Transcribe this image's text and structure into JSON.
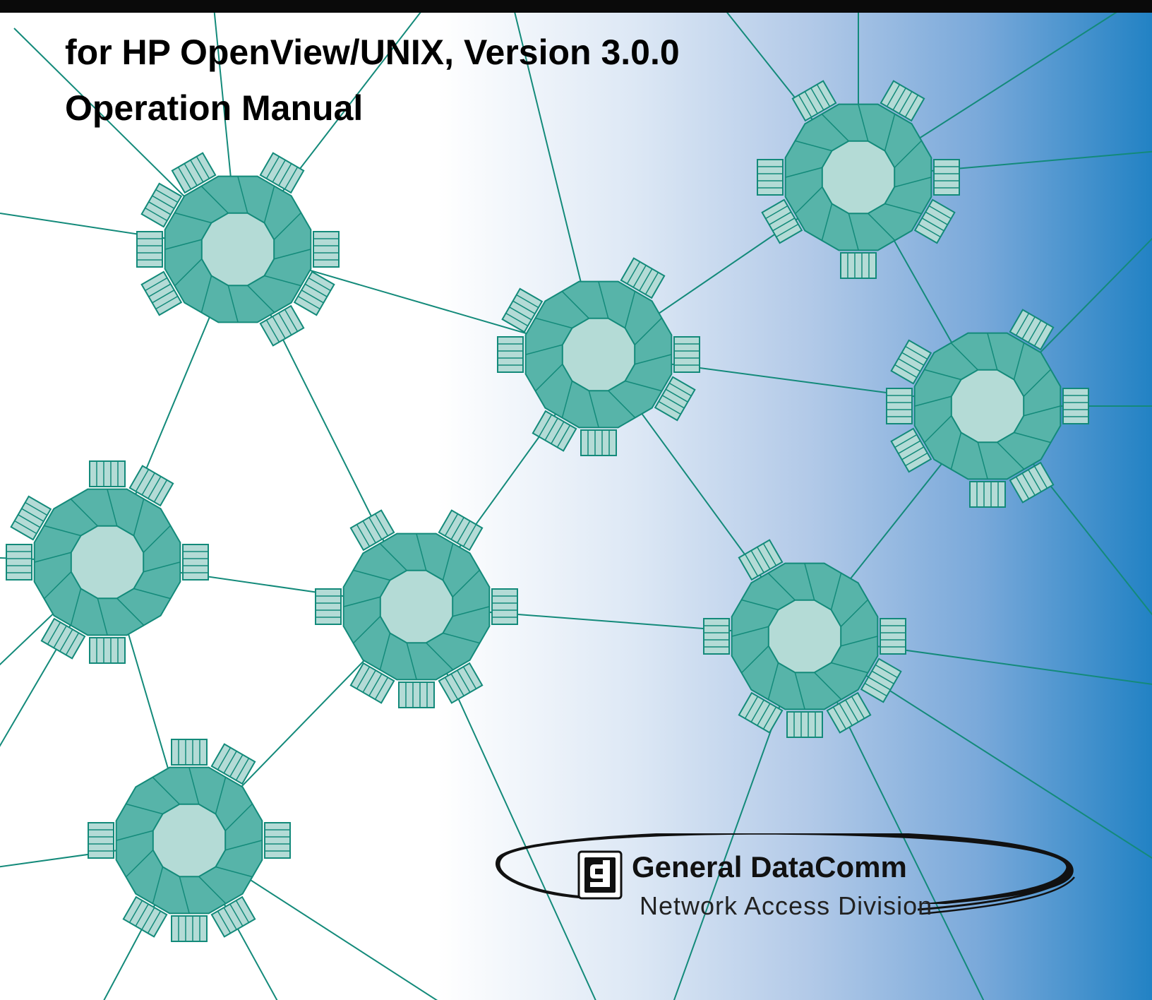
{
  "cover": {
    "title_line_1": "for HP OpenView/UNIX, Version 3.0.0",
    "title_line_2": "Operation Manual"
  },
  "logo": {
    "company_name": "General DataComm",
    "division_name": "Network Access Division",
    "mark_icon": "gdc-logo-icon"
  },
  "colors": {
    "background_start": "#ffffff",
    "background_end": "#2a85c6",
    "node_fill": "#57b4a9",
    "node_center": "#b4dbd6",
    "node_stroke": "#138a7a",
    "link_line": "#138a7a",
    "port_fill": "#b4dbd6",
    "top_rule": "#0a0a0a",
    "logo_ink": "#111111"
  }
}
